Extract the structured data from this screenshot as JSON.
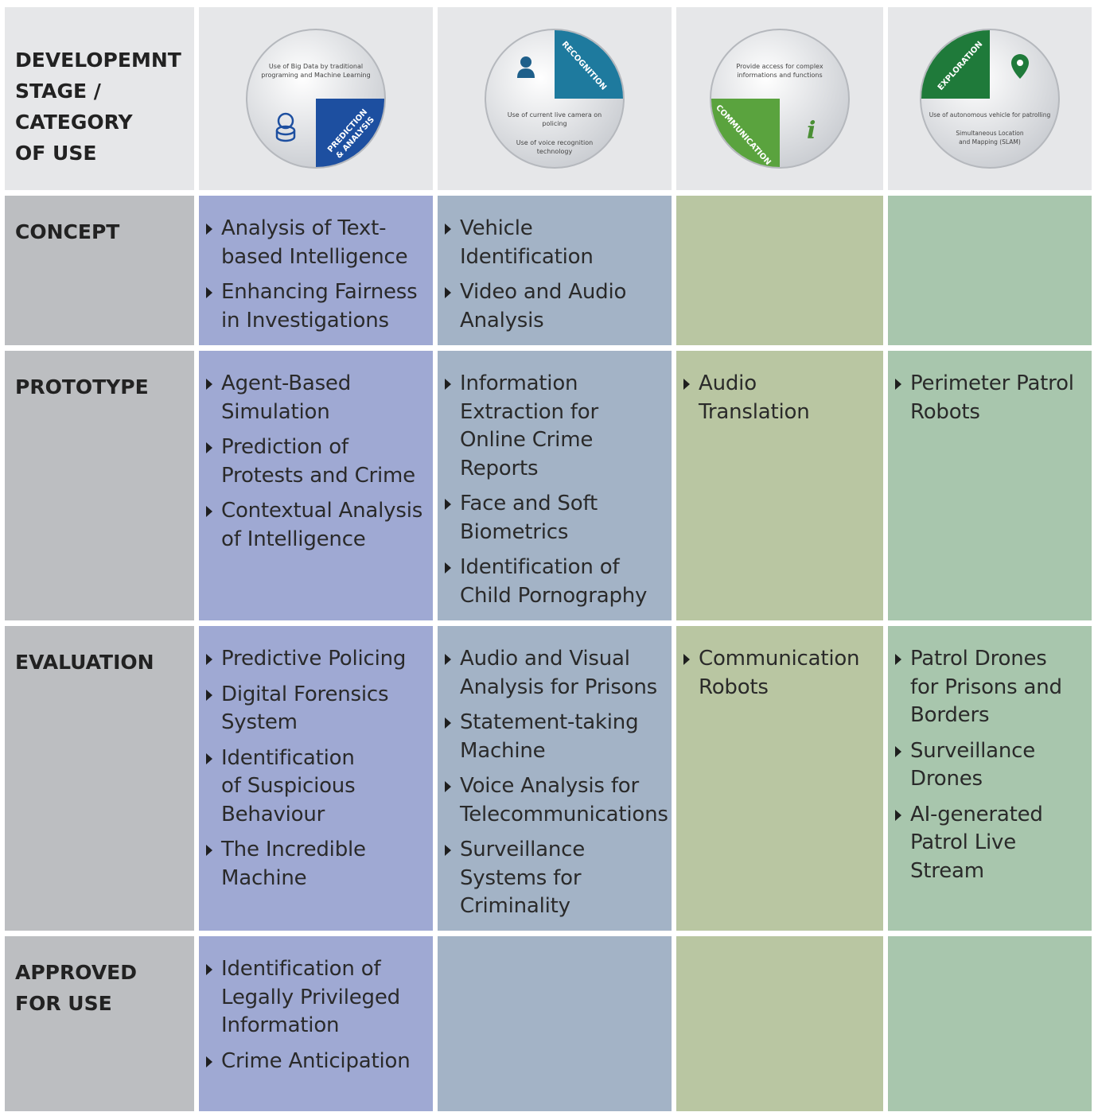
{
  "corner_label": "DEVELOPEMNT\nSTAGE /\nCATEGORY\nOF USE",
  "badges": {
    "prediction": {
      "title": "PREDICTION\n& ANALYSIS",
      "line1": "Use of Big Data by traditional",
      "line2": "programing and Machine Learning",
      "color": "#1d4fa0"
    },
    "recognition": {
      "title": "RECOGNITION",
      "line1": "Use of current live camera on",
      "line2": "policing",
      "line3": "Use of voice recognition",
      "line4": "technology",
      "color": "#1e7a9e"
    },
    "communication": {
      "title": "COMMUNICATION",
      "line1": "Provide access for complex",
      "line2": "informations and functions",
      "color": "#5aa33e"
    },
    "exploration": {
      "title": "EXPLORATION",
      "line1": "Use of autonomous vehicle for patrolling",
      "line2": "Simultaneous Location",
      "line3": "and Mapping (SLAM)",
      "color": "#1f7a3a"
    }
  },
  "rows": [
    {
      "label": "CONCEPT",
      "cells": [
        [
          "Analysis of Text-\nbased Intelligence",
          "Enhancing Fairness\nin Investigations"
        ],
        [
          "Vehicle\nIdentification",
          "Video and Audio\nAnalysis"
        ],
        [],
        []
      ]
    },
    {
      "label": "PROTOTYPE",
      "cells": [
        [
          "Agent-Based\nSimulation",
          "Prediction of\nProtests and Crime",
          "Contextual Analysis\nof Intelligence"
        ],
        [
          "Information\nExtraction for\nOnline Crime\nReports",
          "Face and Soft\nBiometrics",
          "Identification of\nChild Pornography"
        ],
        [
          "Audio\nTranslation"
        ],
        [
          "Perimeter Patrol\nRobots"
        ]
      ]
    },
    {
      "label": "EVALUATION",
      "cells": [
        [
          "Predictive Policing",
          "Digital Forensics\nSystem",
          "Identification\nof Suspicious\nBehaviour",
          "The Incredible\nMachine"
        ],
        [
          "Audio and Visual\nAnalysis for Prisons",
          "Statement-taking\nMachine",
          "Voice Analysis for\nTelecommunications",
          "Surveillance\nSystems for\nCriminality"
        ],
        [
          "Communication\nRobots"
        ],
        [
          "Patrol Drones\nfor Prisons and\nBorders",
          "Surveillance\nDrones",
          "AI-generated\nPatrol Live\nStream"
        ]
      ]
    },
    {
      "label": "APPROVED\nFOR USE",
      "cells": [
        [
          "Identification of\nLegally Privileged\nInformation",
          "Crime Anticipation"
        ],
        [],
        [],
        []
      ]
    }
  ]
}
